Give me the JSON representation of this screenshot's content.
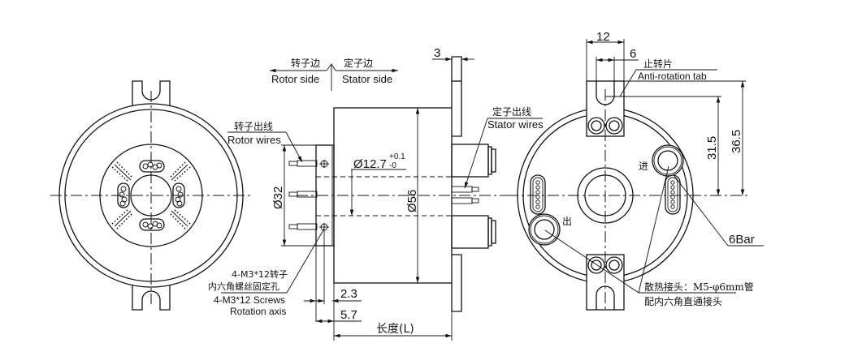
{
  "drawing": {
    "direction": {
      "rotor_cn": "转子边",
      "rotor_en": "Rotor side",
      "stator_cn": "定子边",
      "stator_en": "Stator side"
    },
    "rotor_wires": {
      "cn": "转子出线",
      "en": "Rotor wires"
    },
    "stator_wires": {
      "cn": "定子出线",
      "en": "Stator wires"
    },
    "screws": {
      "cn_line1": "4-M3*12转子",
      "cn_line2": "内六角螺丝固定孔",
      "en_line1": "4-M3*12 Screws",
      "en_line2": "Rotation axis"
    },
    "anti_rotation": {
      "cn": "止转片",
      "en": "Anti-rotation tab"
    },
    "pressure": "6Bar",
    "inlet": "进",
    "outlet": "出",
    "fitting": {
      "line1": "散热接头：M5-φ6mm管",
      "line2": "配内六角直通接头"
    },
    "dimensions": {
      "flange_thickness": "3",
      "bore": "Ø12.7",
      "bore_tol_upper": "+0.1",
      "bore_tol_lower": "-0",
      "rotor_dia": "Ø32",
      "body_dia": "Ø56",
      "dim_2_3": "2.3",
      "dim_5_7": "5.7",
      "length": "长度(L)",
      "tab_width": "12",
      "slot_width": "6",
      "dim_31_5": "31.5",
      "dim_36_5": "36.5"
    }
  }
}
